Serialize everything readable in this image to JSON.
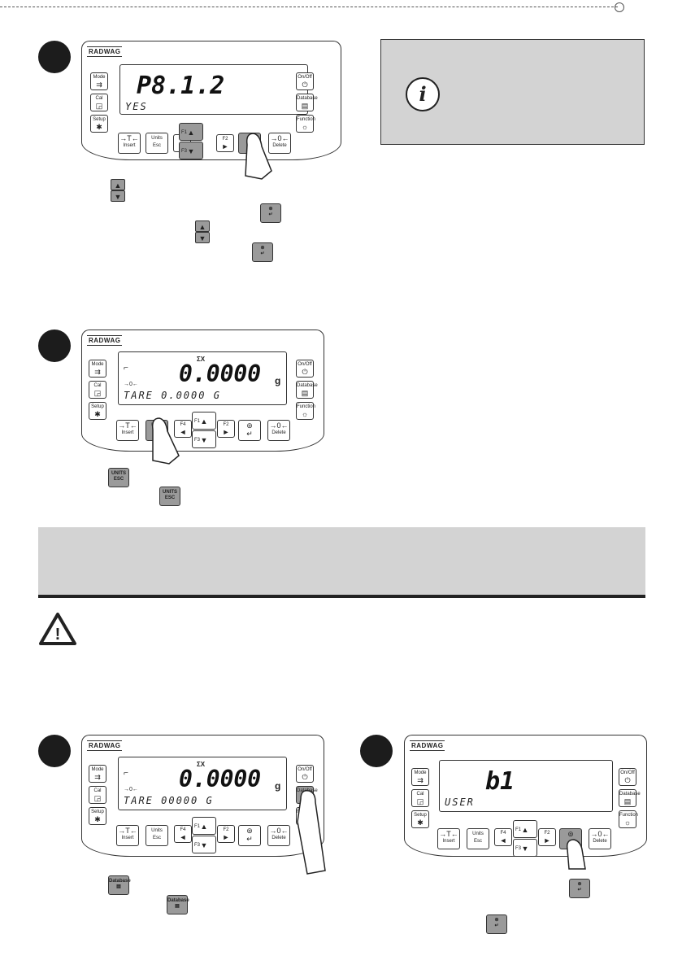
{
  "brand": "RADWAG",
  "keys": {
    "mode": "Mode",
    "cal": "Cal",
    "setup": "Setup",
    "onoff": "On/Off",
    "database": "Database",
    "function": "Function",
    "tare_top": "→T←",
    "insert": "Insert",
    "units": "Units",
    "esc": "Esc",
    "f1": "F1",
    "f2": "F2",
    "f3": "F3",
    "f4": "F4",
    "zero_top": "→0←",
    "delete": "Delete",
    "up": "▲",
    "down": "▼",
    "left": "◄",
    "right": "►",
    "enter": "↵",
    "units_caps": "UNITS",
    "esc_caps": "ESC"
  },
  "panel1": {
    "main": "P8.1.2",
    "sub": "YES"
  },
  "panel2": {
    "main": "0.0000",
    "unit": "g",
    "sub": "TARE  0.0000  G",
    "sigma": "ΣΧ",
    "zero": "→0←",
    "stab": "⌐"
  },
  "panel3": {
    "main": "0.0000",
    "unit": "g",
    "sub": "TARE  00000  G",
    "sigma": "ΣΧ",
    "zero": "→0←",
    "stab": "⌐"
  },
  "panel4": {
    "main": "b1",
    "sub": "USER"
  },
  "info_icon": "i",
  "warning_icon": "!"
}
